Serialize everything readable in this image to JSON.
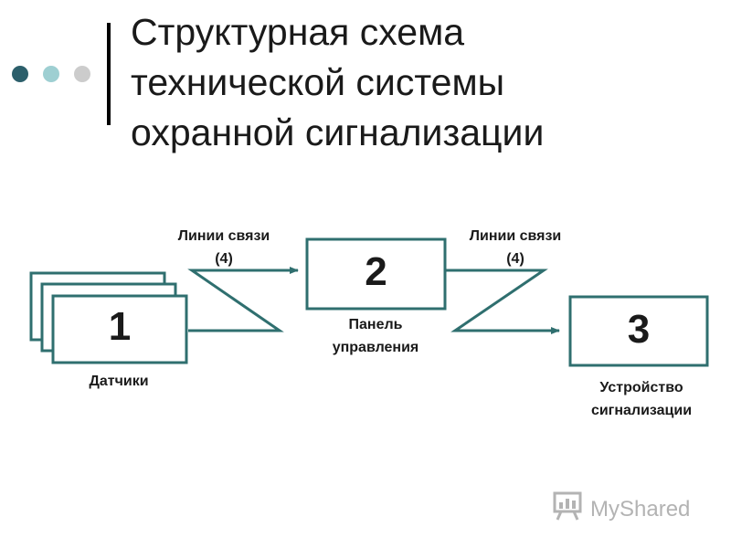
{
  "slide": {
    "title_lines": [
      "Структурная схема",
      "технической системы",
      "охранной сигнализации"
    ],
    "decor_dot_colors": [
      "#2c5f6b",
      "#9ecfd2",
      "#cccccc"
    ]
  },
  "diagram": {
    "boxes": [
      {
        "id": "1",
        "label": "Датчики"
      },
      {
        "id": "2",
        "label_lines": [
          "Панель",
          "управления"
        ]
      },
      {
        "id": "3",
        "label_lines": [
          "Устройство",
          "сигнализации"
        ]
      }
    ],
    "links": [
      {
        "label_lines": [
          "Линии связи",
          "(4)"
        ]
      },
      {
        "label_lines": [
          "Линии связи",
          "(4)"
        ]
      }
    ],
    "line_color": "#2f6f6f",
    "box_border_color": "#2f6f6f"
  },
  "watermark": {
    "text": "MyShared",
    "icon": "presentation-board-icon"
  }
}
